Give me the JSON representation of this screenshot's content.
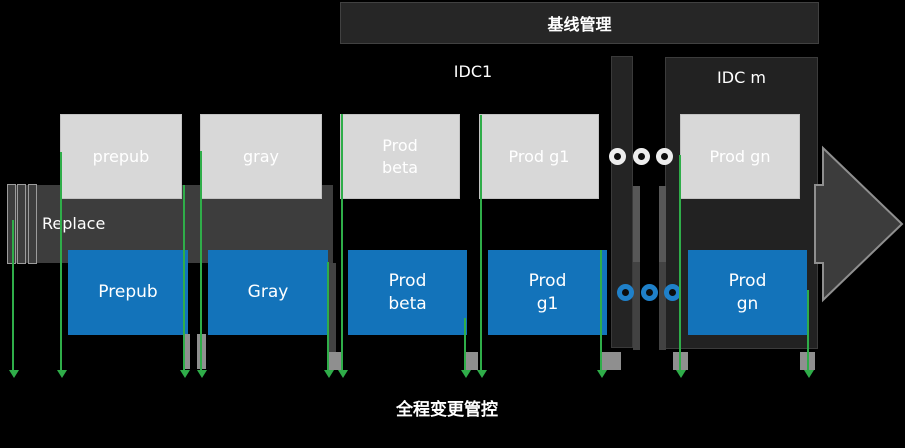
{
  "header": {
    "baseline_title": "基线管理"
  },
  "zones": {
    "idc1_label": "IDC1",
    "idcm_label": "IDC m"
  },
  "pipeline": {
    "replace_label": "Replace"
  },
  "stages": [
    {
      "env_label": "prepub",
      "deploy_label": "Prepub"
    },
    {
      "env_label": "gray",
      "deploy_label": "Gray"
    },
    {
      "env_label": "Prod beta",
      "deploy_label": "Prod beta"
    },
    {
      "env_label": "Prod g1",
      "deploy_label": "Prod g1"
    },
    {
      "env_label": "Prod gn",
      "deploy_label": "Prod gn"
    }
  ],
  "footer": {
    "control_label": "全程变更管控"
  },
  "icons": {
    "ellipsis_top": "white-ring-dots",
    "ellipsis_bottom": "blue-ring-dots",
    "flow_arrow": "right-block-arrow",
    "change_flow": "green-down-arrows",
    "queue_bars": "stacked-thin-bars"
  },
  "colors": {
    "background": "#000000",
    "panel": "#262626",
    "band": "#3d3d3d",
    "env_box": "#d8d8d8",
    "deploy_box": "#1373ba",
    "green": "#2fad49",
    "arrow_fill": "#3c3c3c",
    "arrow_border": "#8f8f8f",
    "dot_blue": "#1f80c9",
    "dot_white": "#ededed"
  }
}
